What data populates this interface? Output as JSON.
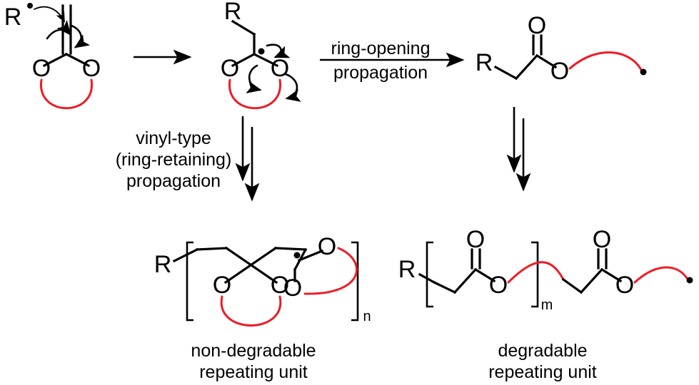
{
  "figure": {
    "type": "reaction-scheme",
    "subject": "Radical ring-opening polymerization of a cyclic ketene acetal",
    "palette": {
      "bond": "#000000",
      "highlight": "#ee1c25",
      "background": "#ffffff"
    }
  },
  "labels": {
    "radical_initiator": "R",
    "substituent": "R",
    "oxygen": "O",
    "subscript_n": "n",
    "subscript_m": "m"
  },
  "steps": {
    "ring_opening": {
      "line1": "ring-opening",
      "line2": "propagation"
    },
    "vinyl_type": {
      "line1": "vinyl-type",
      "line2": "(ring-retaining)",
      "line3": "propagation"
    }
  },
  "captions": {
    "non_degradable": {
      "line1": "non-degradable",
      "line2": "repeating unit"
    },
    "degradable": {
      "line1": "degradable",
      "line2": "repeating unit"
    }
  },
  "structures": [
    {
      "id": "cyclic-ketene-acetal",
      "name": "cyclic ketene acetal monomer",
      "atoms": [
        "O",
        "O"
      ],
      "features": [
        "exocyclic C=C double bond",
        "red ring backbone arc",
        "curved mechanism arrows"
      ]
    },
    {
      "id": "ring-retaining-radical",
      "name": "ring-retaining carbon radical adduct",
      "atoms": [
        "R",
        "O",
        "O"
      ],
      "features": [
        "radical dot on acetal carbon",
        "three curved mechanism arrows",
        "red ring backbone arc"
      ]
    },
    {
      "id": "ring-opened-ester-radical",
      "name": "ring-opened ester radical",
      "atoms": [
        "R",
        "O",
        "O"
      ],
      "features": [
        "ester carbonyl C=O",
        "red chain arc",
        "terminal radical dot"
      ]
    },
    {
      "id": "non-degradable-polymer",
      "name": "non-degradable repeating unit polymer",
      "atoms": [
        "R",
        "O",
        "O",
        "O",
        "O"
      ],
      "features": [
        "square brackets with subscript n",
        "crossing backbone bonds",
        "two red ring arcs",
        "terminal radical dot"
      ]
    },
    {
      "id": "degradable-polymer",
      "name": "degradable repeating unit polyester",
      "atoms": [
        "R",
        "O",
        "O",
        "O",
        "O"
      ],
      "features": [
        "square brackets with subscript m",
        "two ester carbonyls",
        "red chain arcs",
        "terminal radical dot"
      ]
    }
  ],
  "arrows": [
    {
      "name": "addition-arrow",
      "direction": "right",
      "style": "single"
    },
    {
      "name": "ring-opening-arrow",
      "direction": "right",
      "style": "single-labelled"
    },
    {
      "name": "vinyl-propagation-arrow",
      "direction": "down",
      "style": "double"
    },
    {
      "name": "ring-opening-propagation-arrow",
      "direction": "down",
      "style": "double"
    }
  ]
}
